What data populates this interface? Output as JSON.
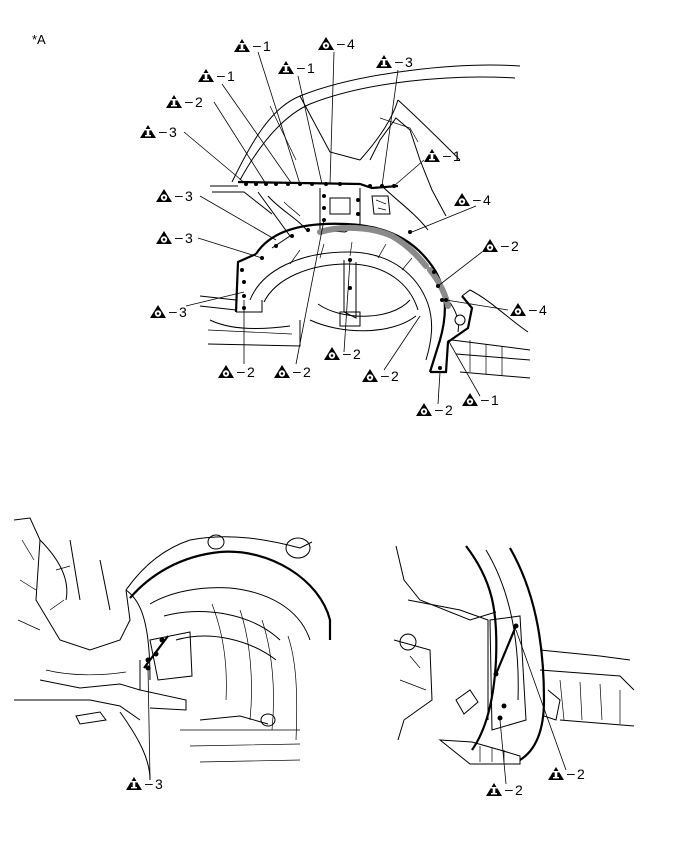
{
  "reference_label": "*A",
  "symbols": {
    "triangle_i": "triangle-caution-i-icon",
    "triangle_o": "triangle-bolt-o-icon"
  },
  "callouts": [
    {
      "id": "c1",
      "icon": "triangle-caution-i-icon",
      "text": "1"
    },
    {
      "id": "c2",
      "icon": "triangle-bolt-o-icon",
      "text": "4"
    },
    {
      "id": "c3",
      "icon": "triangle-caution-i-icon",
      "text": "1"
    },
    {
      "id": "c4",
      "icon": "triangle-caution-i-icon",
      "text": "3"
    },
    {
      "id": "c5",
      "icon": "triangle-caution-i-icon",
      "text": "1"
    },
    {
      "id": "c6",
      "icon": "triangle-caution-i-icon",
      "text": "2"
    },
    {
      "id": "c7",
      "icon": "triangle-caution-i-icon",
      "text": "3"
    },
    {
      "id": "c8",
      "icon": "triangle-caution-i-icon",
      "text": "1"
    },
    {
      "id": "c9",
      "icon": "triangle-bolt-o-icon",
      "text": "3"
    },
    {
      "id": "c10",
      "icon": "triangle-bolt-o-icon",
      "text": "4"
    },
    {
      "id": "c11",
      "icon": "triangle-bolt-o-icon",
      "text": "3"
    },
    {
      "id": "c12",
      "icon": "triangle-bolt-o-icon",
      "text": "2"
    },
    {
      "id": "c13",
      "icon": "triangle-bolt-o-icon",
      "text": "3"
    },
    {
      "id": "c14",
      "icon": "triangle-bolt-o-icon",
      "text": "4"
    },
    {
      "id": "c15",
      "icon": "triangle-bolt-o-icon",
      "text": "2"
    },
    {
      "id": "c16",
      "icon": "triangle-bolt-o-icon",
      "text": "2"
    },
    {
      "id": "c17",
      "icon": "triangle-bolt-o-icon",
      "text": "2"
    },
    {
      "id": "c18",
      "icon": "triangle-bolt-o-icon",
      "text": "2"
    },
    {
      "id": "c19",
      "icon": "triangle-bolt-o-icon",
      "text": "1"
    },
    {
      "id": "c20",
      "icon": "triangle-bolt-o-icon",
      "text": "2"
    },
    {
      "id": "c21",
      "icon": "triangle-caution-i-icon",
      "text": "3"
    },
    {
      "id": "c22",
      "icon": "triangle-caution-i-icon",
      "text": "2"
    },
    {
      "id": "c23",
      "icon": "triangle-caution-i-icon",
      "text": "2"
    }
  ]
}
